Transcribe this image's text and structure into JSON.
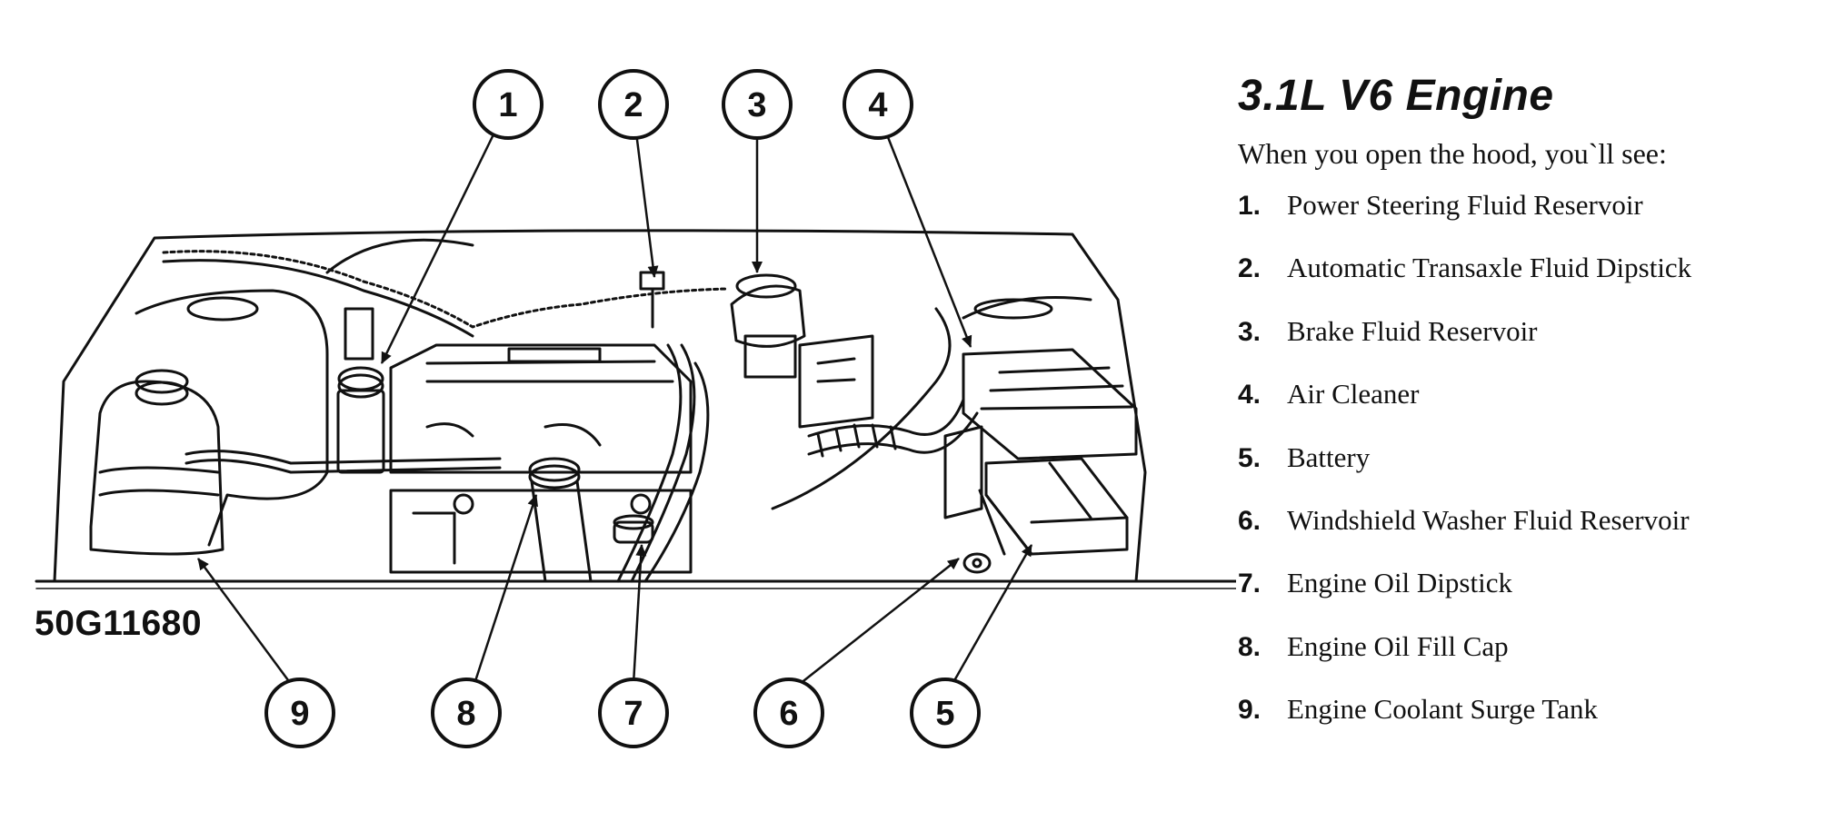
{
  "title": "3.1L V6 Engine",
  "intro": "When you open the hood, you`ll see:",
  "figure_id": "50G11680",
  "items": [
    {
      "num": "1.",
      "label": "Power Steering Fluid Reservoir"
    },
    {
      "num": "2.",
      "label": "Automatic Transaxle Fluid Dipstick"
    },
    {
      "num": "3.",
      "label": "Brake Fluid Reservoir"
    },
    {
      "num": "4.",
      "label": "Air Cleaner"
    },
    {
      "num": "5.",
      "label": "Battery"
    },
    {
      "num": "6.",
      "label": "Windshield Washer Fluid Reservoir"
    },
    {
      "num": "7.",
      "label": "Engine Oil Dipstick"
    },
    {
      "num": "8.",
      "label": "Engine Oil Fill Cap"
    },
    {
      "num": "9.",
      "label": "Engine Coolant Surge Tank"
    }
  ],
  "callouts": [
    "1",
    "2",
    "3",
    "4",
    "5",
    "6",
    "7",
    "8",
    "9"
  ]
}
